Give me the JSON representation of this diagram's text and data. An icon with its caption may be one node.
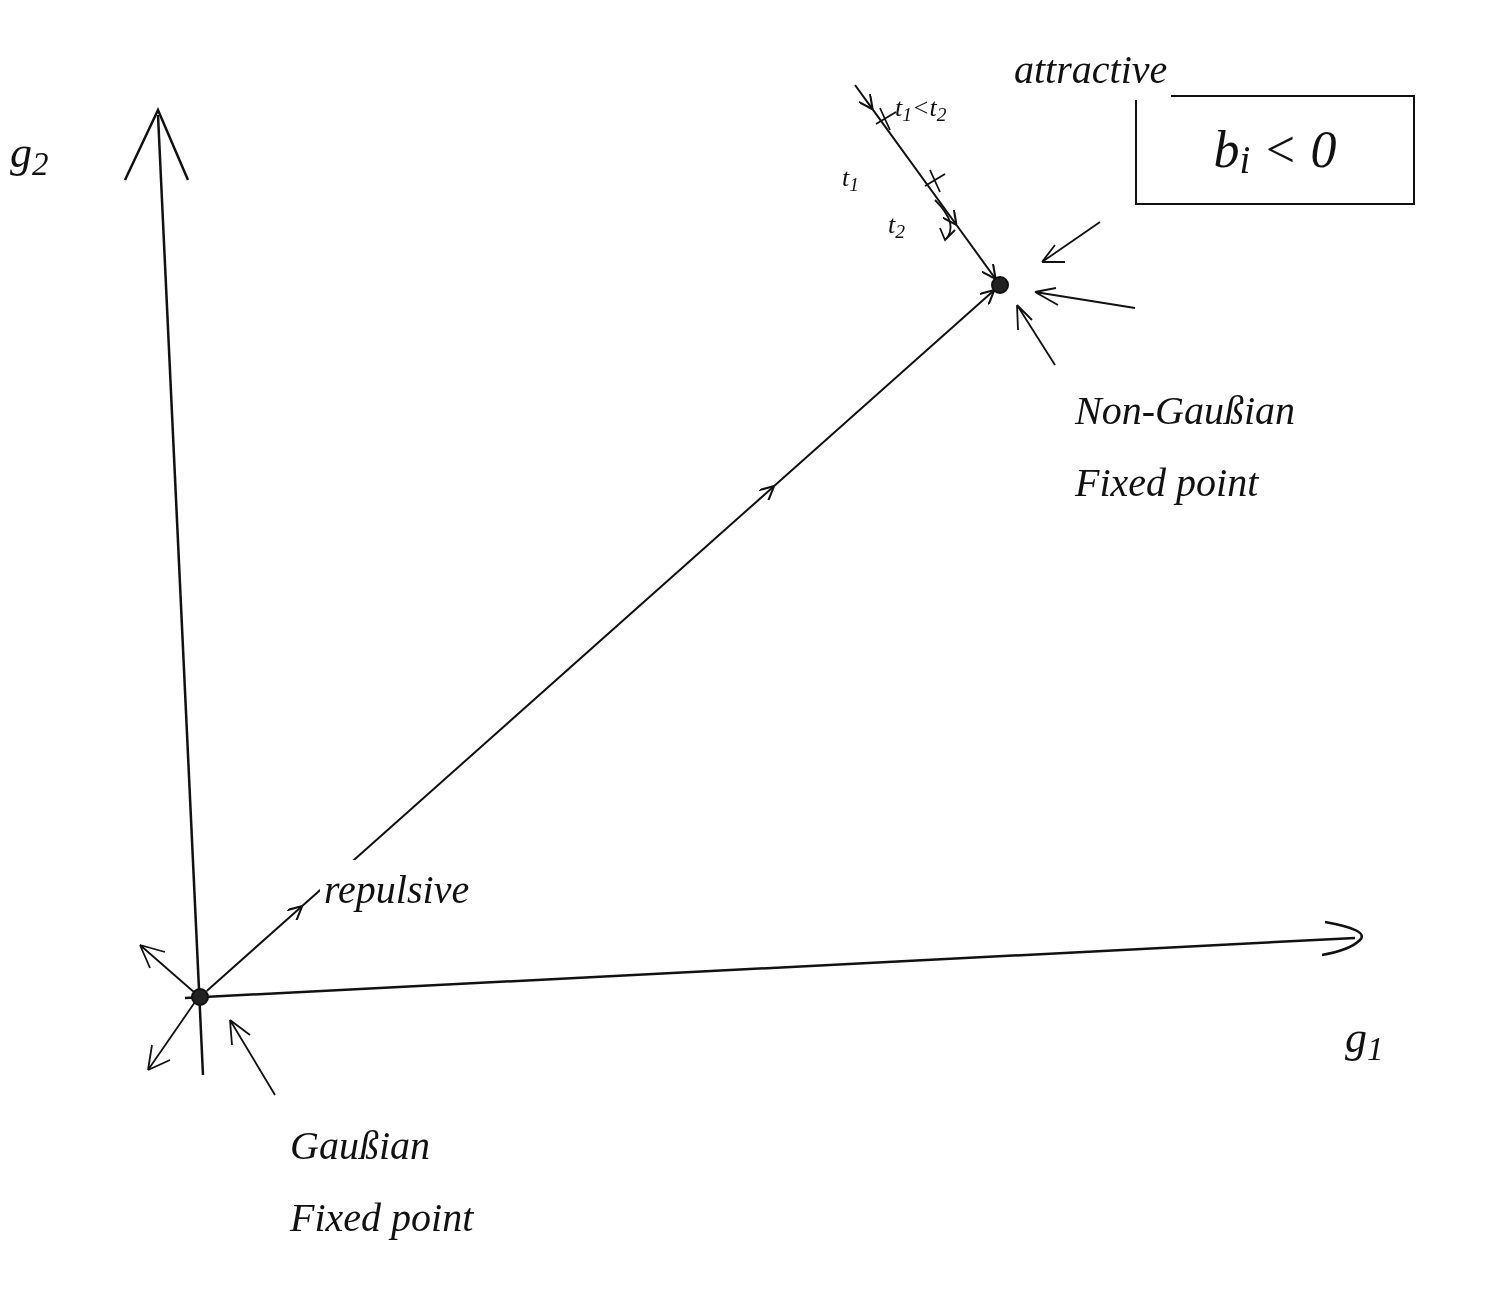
{
  "diagram": {
    "nodes": [
      {
        "text": [],
        "shape": "circle",
        "beside": [
          "Gaußian Fixed point"
        ]
      },
      {
        "text": [],
        "shape": "circle",
        "beside": [
          "Non-Gaußian Fixed point"
        ]
      },
      {
        "text": [
          "b$_{i}$ < 0"
        ]
      }
    ],
    "edges": [
      {
        "from": 0,
        "to": 1,
        "arrow": "to",
        "label": "repulsive"
      },
      {
        "from": null,
        "to": 1,
        "arrow": "to",
        "label": "attractive"
      }
    ],
    "labels": [
      "g$_{2}$",
      "t$_{1}$<t$_{2}$",
      "t$_{1}$",
      "t$_{2}$",
      "g$_{1}$"
    ]
  }
}
